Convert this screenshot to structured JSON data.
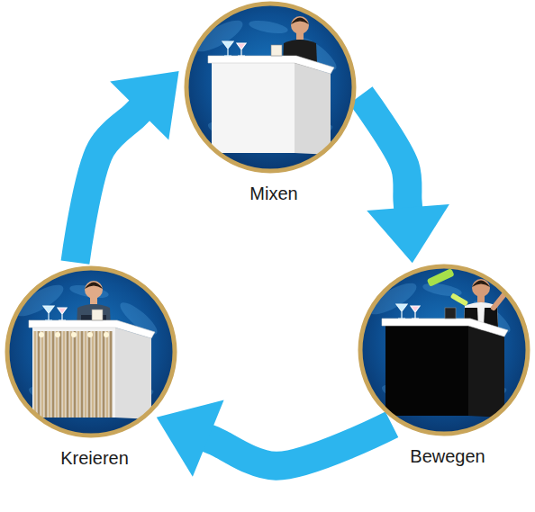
{
  "diagram": {
    "nodes": [
      {
        "text": [
          "Mixen"
        ]
      },
      {
        "text": [
          "Kreieren"
        ]
      },
      {
        "text": [
          "Bewegen"
        ]
      }
    ],
    "edges": [
      {
        "from": 0,
        "to": 2,
        "arrow": "to"
      },
      {
        "from": 2,
        "to": 1,
        "arrow": "to"
      },
      {
        "from": 1,
        "to": 0,
        "arrow": "to"
      }
    ]
  }
}
